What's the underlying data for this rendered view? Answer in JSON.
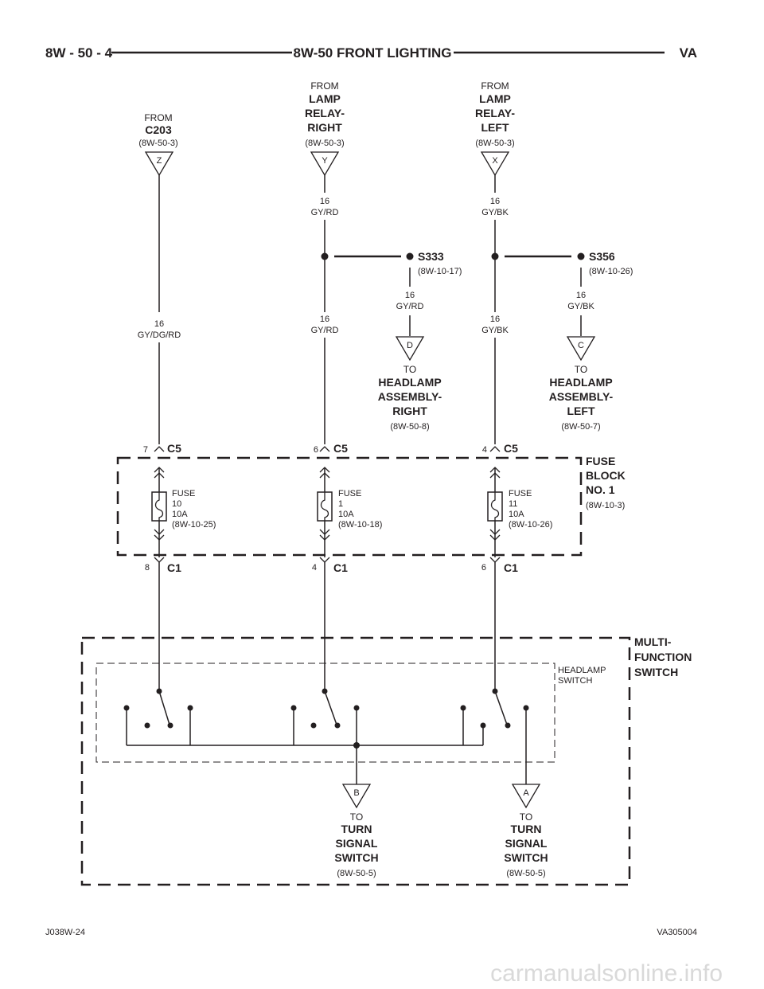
{
  "header": {
    "left": "8W - 50 - 4",
    "title": "8W-50 FRONT LIGHTING",
    "right": "VA"
  },
  "sources": [
    {
      "id": "c203",
      "from": "FROM",
      "name": [
        "C203"
      ],
      "ref": "(8W-50-3)",
      "pin": "Z"
    },
    {
      "id": "lamp-relay-right",
      "from": "FROM",
      "name": [
        "LAMP",
        "RELAY-",
        "RIGHT"
      ],
      "ref": "(8W-50-3)",
      "pin": "Y"
    },
    {
      "id": "lamp-relay-left",
      "from": "FROM",
      "name": [
        "LAMP",
        "RELAY-",
        "LEFT"
      ],
      "ref": "(8W-50-3)",
      "pin": "X"
    }
  ],
  "wires": {
    "w1": {
      "gauge": "16",
      "color": "GY/DG/RD"
    },
    "w2a": {
      "gauge": "16",
      "color": "GY/RD"
    },
    "w2b": {
      "gauge": "16",
      "color": "GY/RD"
    },
    "w2c": {
      "gauge": "16",
      "color": "GY/RD"
    },
    "w3a": {
      "gauge": "16",
      "color": "GY/BK"
    },
    "w3b": {
      "gauge": "16",
      "color": "GY/BK"
    },
    "w3c": {
      "gauge": "16",
      "color": "GY/BK"
    }
  },
  "splices": [
    {
      "id": "S333",
      "ref": "(8W-10-17)"
    },
    {
      "id": "S356",
      "ref": "(8W-10-26)"
    }
  ],
  "destinations": [
    {
      "pin": "D",
      "to": "TO",
      "name": [
        "HEADLAMP",
        "ASSEMBLY-",
        "RIGHT"
      ],
      "ref": "(8W-50-8)"
    },
    {
      "pin": "C",
      "to": "TO",
      "name": [
        "HEADLAMP",
        "ASSEMBLY-",
        "LEFT"
      ],
      "ref": "(8W-50-7)"
    },
    {
      "pin": "B",
      "to": "TO",
      "name": [
        "TURN",
        "SIGNAL",
        "SWITCH"
      ],
      "ref": "(8W-50-5)"
    },
    {
      "pin": "A",
      "to": "TO",
      "name": [
        "TURN",
        "SIGNAL",
        "SWITCH"
      ],
      "ref": "(8W-50-5)"
    }
  ],
  "fuse_block": {
    "name": [
      "FUSE",
      "BLOCK",
      "NO. 1"
    ],
    "ref": "(8W-10-3)",
    "fuses": [
      {
        "lines": [
          "FUSE",
          "10",
          "10A",
          "(8W-10-25)"
        ],
        "in_pin": "7",
        "in_conn": "C5",
        "out_pin": "8",
        "out_conn": "C1"
      },
      {
        "lines": [
          "FUSE",
          "1",
          "10A",
          "(8W-10-18)"
        ],
        "in_pin": "6",
        "in_conn": "C5",
        "out_pin": "4",
        "out_conn": "C1"
      },
      {
        "lines": [
          "FUSE",
          "11",
          "10A",
          "(8W-10-26)"
        ],
        "in_pin": "4",
        "in_conn": "C5",
        "out_pin": "6",
        "out_conn": "C1"
      }
    ]
  },
  "multifunction_switch": {
    "name": [
      "MULTI-",
      "FUNCTION",
      "SWITCH"
    ],
    "inner": [
      "HEADLAMP",
      "SWITCH"
    ]
  },
  "footer": {
    "left": "J038W-24",
    "right": "VA305004"
  },
  "watermark": "carmanualsonline.info"
}
